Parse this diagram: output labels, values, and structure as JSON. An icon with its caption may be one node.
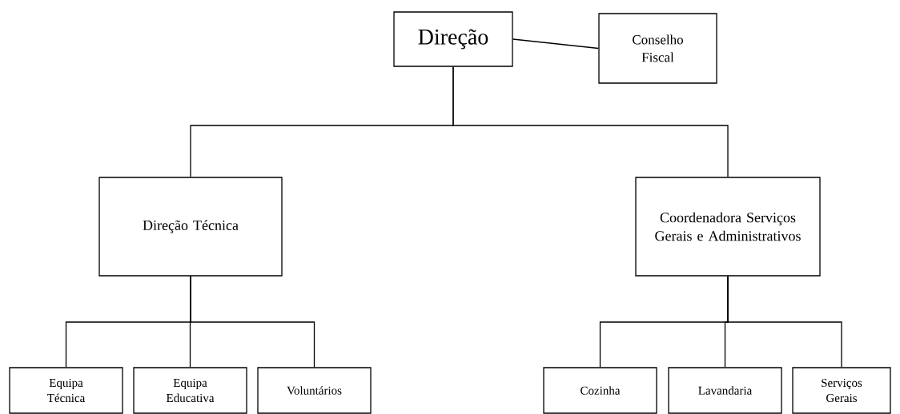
{
  "diagram": {
    "nodes": [
      {
        "text": [
          "Direção"
        ]
      },
      {
        "text": [
          "Conselho Fiscal"
        ]
      },
      {
        "text": [
          "Direção Técnica"
        ]
      },
      {
        "text": [
          "Coordenadora Serviços Gerais e Administrativos"
        ]
      },
      {
        "text": [
          "Equipa Técnica"
        ]
      },
      {
        "text": [
          "Equipa Educativa"
        ]
      },
      {
        "text": [
          "Voluntários"
        ]
      },
      {
        "text": [
          "Cozinha"
        ]
      },
      {
        "text": [
          "Lavandaria"
        ]
      },
      {
        "text": [
          "Serviços Gerais"
        ]
      }
    ],
    "edges": [
      {
        "from": 0,
        "to": 1,
        "arrow": "none"
      },
      {
        "from": 0,
        "to": 2,
        "arrow": "none"
      },
      {
        "from": 0,
        "to": 3,
        "arrow": "none"
      },
      {
        "from": 2,
        "to": 4,
        "arrow": "none"
      },
      {
        "from": 2,
        "to": 5,
        "arrow": "none"
      },
      {
        "from": 2,
        "to": 6,
        "arrow": "none"
      },
      {
        "from": 3,
        "to": 7,
        "arrow": "none"
      },
      {
        "from": 3,
        "to": 8,
        "arrow": "none"
      },
      {
        "from": 3,
        "to": 9,
        "arrow": "none"
      }
    ]
  }
}
